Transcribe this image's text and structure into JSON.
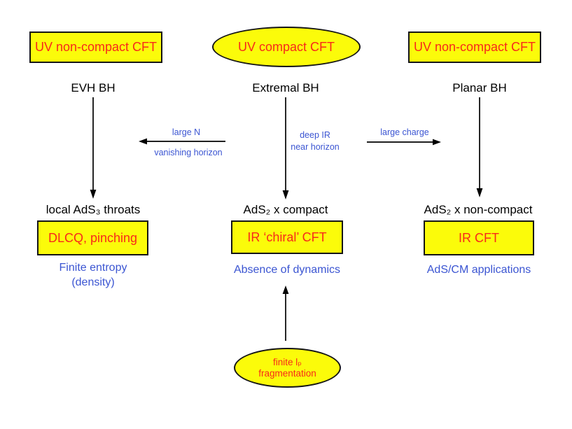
{
  "colors": {
    "canvas_bg": "#ffffff",
    "shape_fill": "#fbfb0a",
    "shape_border": "#151515",
    "red_text": "#f8291a",
    "blue_text": "#3b55d2",
    "black_text": "#000000"
  },
  "top_row": {
    "left_box_label": "UV non-compact CFT",
    "center_ellipse_label": "UV compact CFT",
    "right_box_label": "UV non-compact CFT"
  },
  "bh_labels": {
    "left": "EVH BH",
    "center": "Extremal BH",
    "right": "Planar BH"
  },
  "transition_notes": {
    "left_arrow_top": "large N",
    "left_arrow_bottom": "vanishing horizon",
    "center_arrow_line1": "deep IR",
    "center_arrow_line2": "near horizon",
    "right_arrow_top": "large charge"
  },
  "ir_row": {
    "left": {
      "title": "local AdS₃ throats",
      "box_label": "DLCQ, pinching",
      "caption_line1": "Finite entropy",
      "caption_line2": "(density)"
    },
    "center": {
      "title": "AdS₂ x compact",
      "box_label": "IR ‘chiral’ CFT",
      "caption_line1": "Absence of dynamics"
    },
    "right": {
      "title": "AdS₂ x non-compact",
      "box_label": "IR CFT",
      "caption_line1": "AdS/CM applications"
    }
  },
  "bottom_ellipse": {
    "line1": "finite lₚ",
    "line2": "fragmentation"
  }
}
